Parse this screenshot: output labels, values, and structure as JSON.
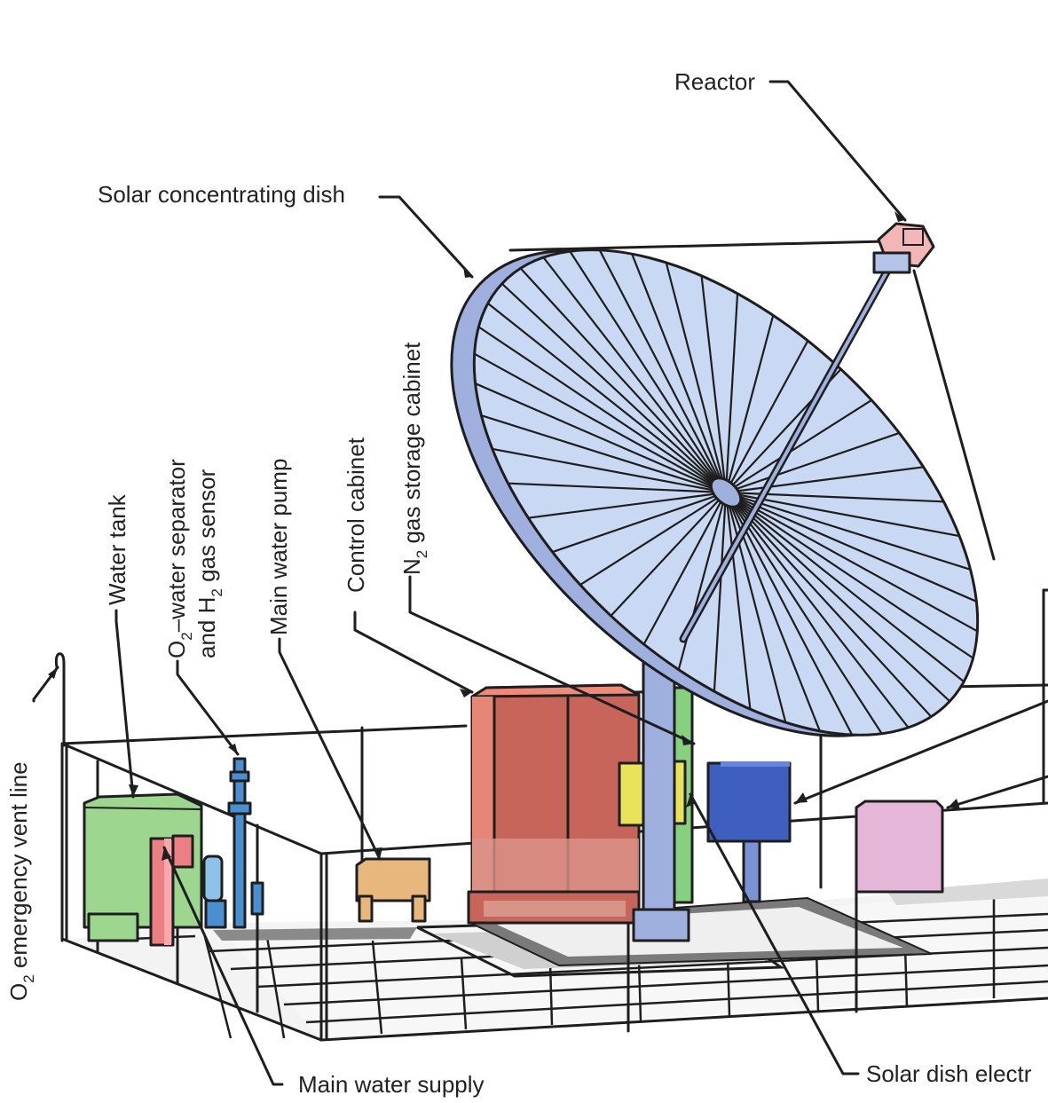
{
  "labels": {
    "reactor": "Reactor",
    "solar_dish": "Solar concentrating dish",
    "water_tank": "Water tank",
    "separator_line1": "O",
    "separator_sub1": "2",
    "separator_line1_rest": "–water separator",
    "separator_line2": "and H",
    "separator_sub2": "2",
    "separator_line2_rest": " gas sensor",
    "main_pump": "Main water pump",
    "control_cabinet": "Control cabinet",
    "n2_prefix": "N",
    "n2_sub": "2",
    "n2_rest": " gas storage cabinet",
    "o2_prefix": "O",
    "o2_sub": "2",
    "o2_rest": " emergency vent line",
    "main_supply": "Main water supply",
    "solar_electronics": "Solar dish electr"
  },
  "colors": {
    "dish_fill": "#c9d9f3",
    "dish_rim": "#9fb0df",
    "reactor": "#f2b6b6",
    "control_cabinet": "#c8655a",
    "control_cabinet_top": "#ee8a78",
    "n2_cabinet": "#86d07f",
    "water_tank": "#9cd68f",
    "separator_red": "#ec7f83",
    "separator_blue": "#4a8fd0",
    "pump": "#e7b77e",
    "yellow_panel": "#e8e35a",
    "blue_box": "#3f5fc0",
    "pink_box": "#e6b6d9",
    "mast": "#9fb0df",
    "floor": "#f2f2f2",
    "floor_dark": "#808080"
  }
}
